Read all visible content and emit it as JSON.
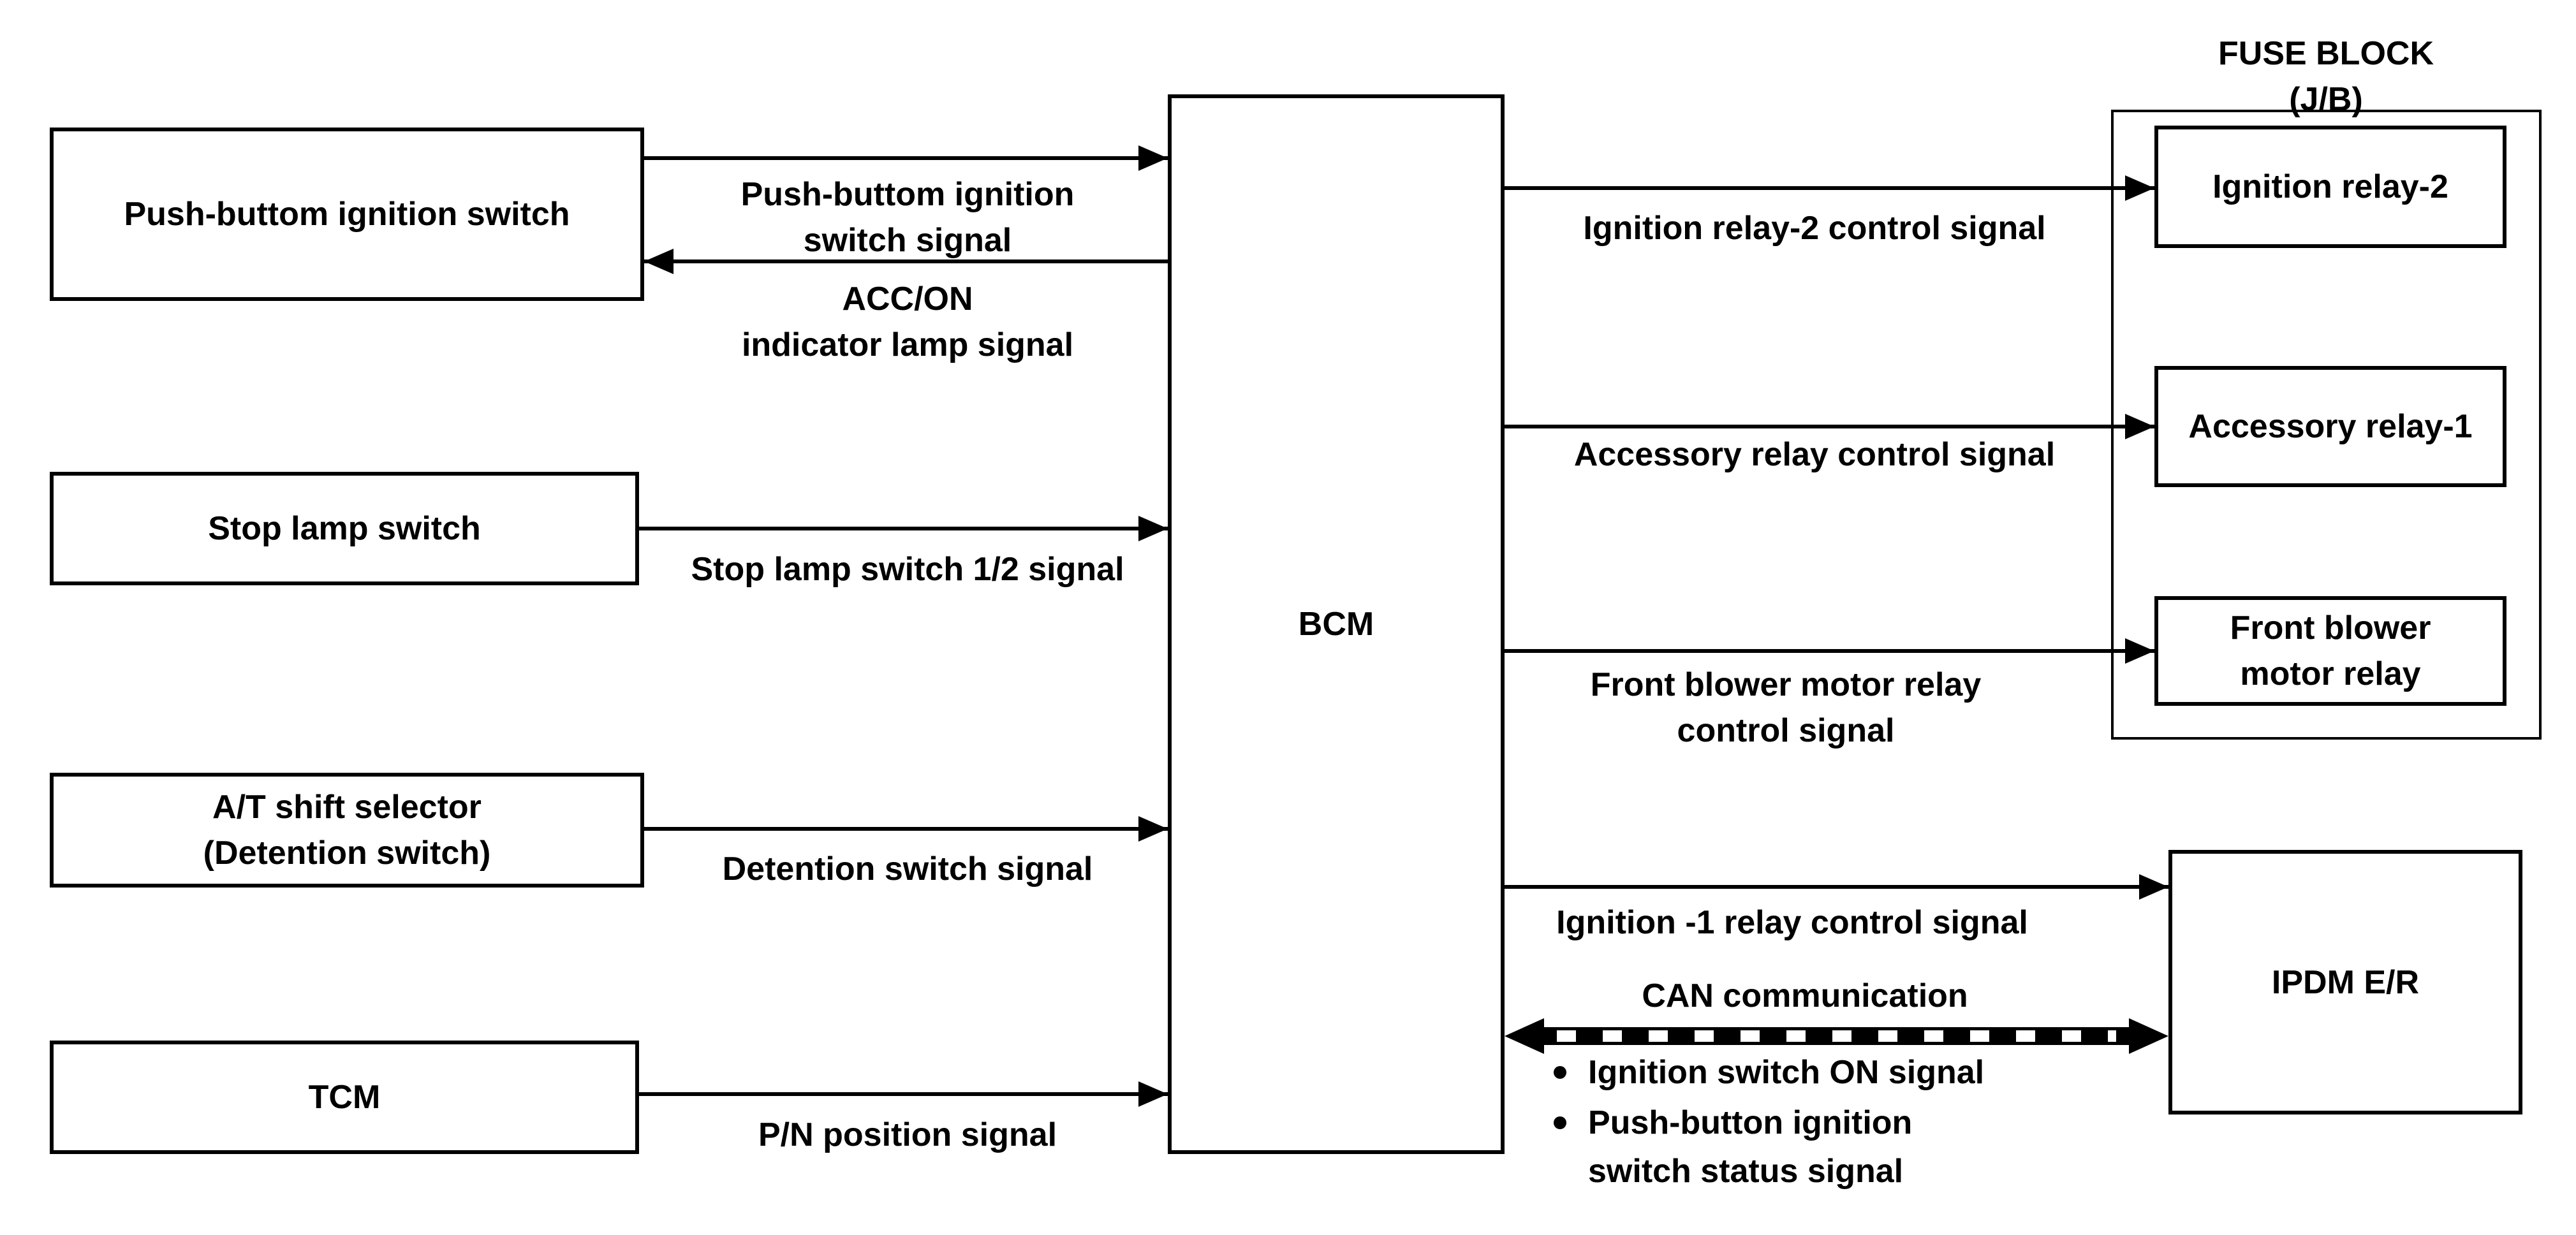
{
  "colors": {
    "line": "#000000",
    "background": "#ffffff"
  },
  "nodes": {
    "push_button_ignition_switch": {
      "label": "Push-buttom ignition switch"
    },
    "stop_lamp_switch": {
      "label": "Stop lamp switch"
    },
    "at_shift_selector": {
      "label": "A/T shift selector\n(Detention switch)"
    },
    "tcm": {
      "label": "TCM"
    },
    "bcm": {
      "label": "BCM"
    },
    "fuse_block": {
      "title": "FUSE BLOCK (J/B)"
    },
    "ignition_relay_2": {
      "label": "Ignition relay-2"
    },
    "accessory_relay_1": {
      "label": "Accessory relay-1"
    },
    "front_blower_motor_relay": {
      "label": "Front blower\nmotor relay"
    },
    "ipdm_er": {
      "label": "IPDM E/R"
    }
  },
  "signals": {
    "push_button_ignition_switch_signal": "Push-buttom ignition\nswitch signal",
    "acc_on_indicator_lamp_signal": "ACC/ON\nindicator lamp signal",
    "stop_lamp_switch_signal": "Stop lamp switch 1/2 signal",
    "detention_switch_signal": "Detention switch signal",
    "pn_position_signal": "P/N position signal",
    "ignition_relay_2_control_signal": "Ignition relay-2 control signal",
    "accessory_relay_control_signal": "Accessory relay control signal",
    "front_blower_motor_relay_control_signal": "Front blower motor relay\ncontrol signal",
    "ignition_1_relay_control_signal": "Ignition -1 relay control signal",
    "can_communication": "CAN communication",
    "can_items": [
      "Ignition switch ON signal",
      "Push-button ignition\nswitch status signal"
    ]
  }
}
